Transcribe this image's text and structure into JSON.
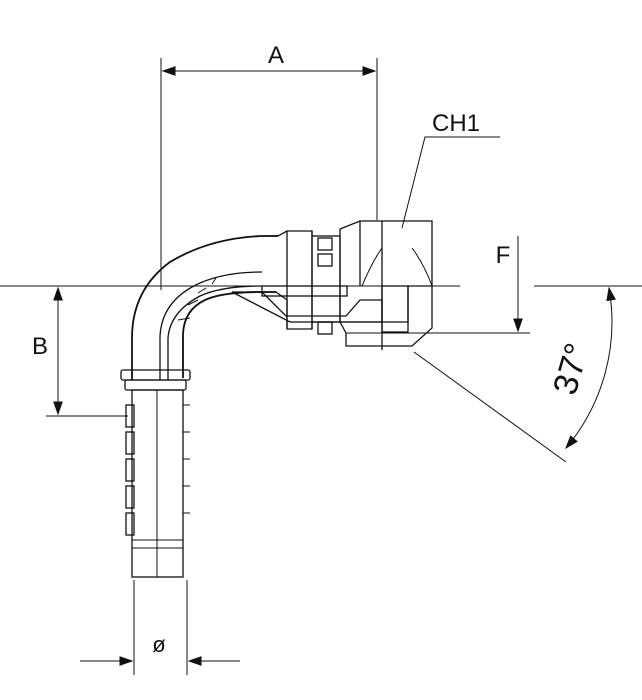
{
  "labels": {
    "a": "A",
    "b": "B",
    "f": "F",
    "ch1": "CH1",
    "angle": "37°",
    "diameter": "ø"
  }
}
